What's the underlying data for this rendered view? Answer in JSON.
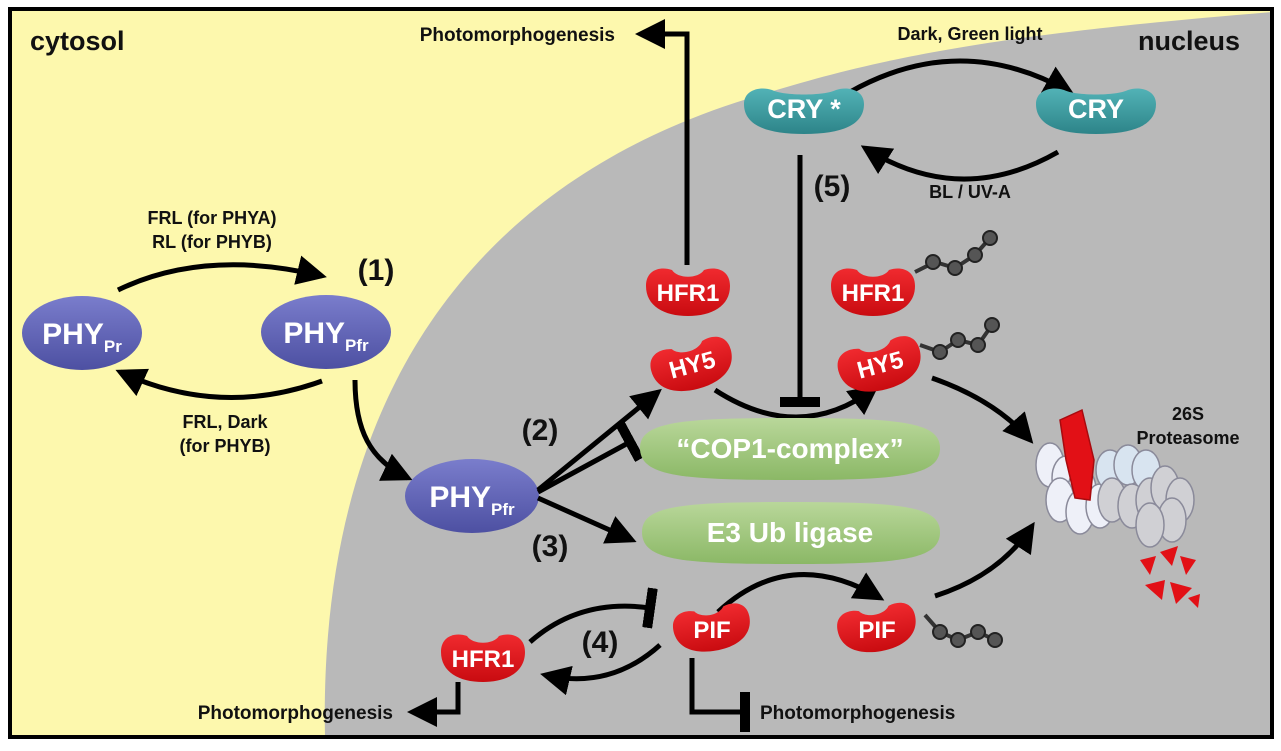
{
  "compartments": {
    "cytosol": "cytosol",
    "nucleus": "nucleus"
  },
  "colors": {
    "cytosol": "#fdf8ad",
    "nucleus": "#b8b8b8",
    "phy": "#6063b4",
    "red_protein": "#e21016",
    "cry": "#3c9ba0",
    "green_complex": "#9dc27a",
    "ubiquitin": "#555555"
  },
  "nodes": {
    "phy_pr": {
      "main": "PHY",
      "sub": "Pr"
    },
    "phy_pfr_cytosol": {
      "main": "PHY",
      "sub": "Pfr"
    },
    "phy_pfr_nucleus": {
      "main": "PHY",
      "sub": "Pfr"
    },
    "cry_active": "CRY *",
    "cry": "CRY",
    "hfr1_top": "HFR1",
    "hfr1_ub": "HFR1",
    "hy5_left": "HY5",
    "hy5_right": "HY5",
    "cop1": "“COP1-complex”",
    "e3": "E3 Ub ligase",
    "pif_left": "PIF",
    "pif_right": "PIF",
    "hfr1_bottom": "HFR1"
  },
  "labels": {
    "photomorph_top": "Photomorphogenesis",
    "photomorph_bottom_left": "Photomorphogenesis",
    "photomorph_bottom_right": "Photomorphogenesis",
    "dark_green": "Dark, Green light",
    "bl_uva": "BL / UV-A",
    "frl_phya": "FRL (for PHYA)",
    "rl_phyb": "RL (for PHYB)",
    "frl_dark": "FRL, Dark",
    "for_phyb": "(for PHYB)",
    "proteasome_1": "26S",
    "proteasome_2": "Proteasome"
  },
  "steps": [
    "(1)",
    "(2)",
    "(3)",
    "(4)",
    "(5)"
  ]
}
